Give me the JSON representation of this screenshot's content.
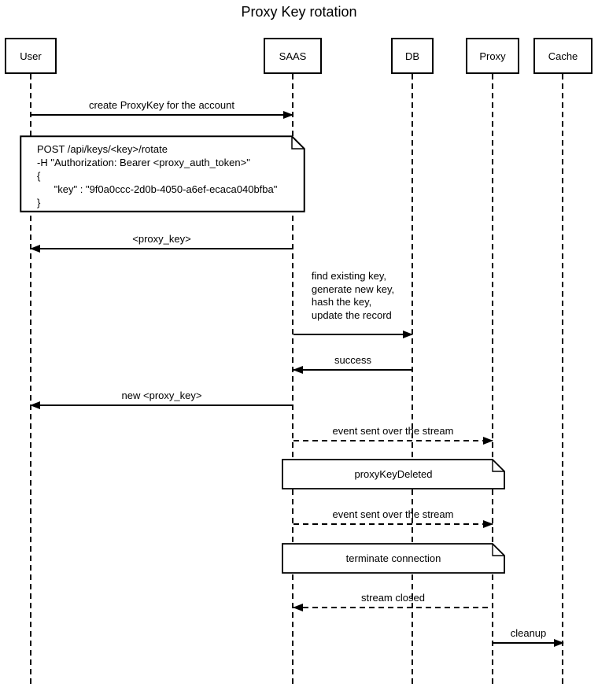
{
  "title": "Proxy Key rotation",
  "participants": [
    {
      "id": "user",
      "label": "User"
    },
    {
      "id": "saas",
      "label": "SAAS"
    },
    {
      "id": "db",
      "label": "DB"
    },
    {
      "id": "proxy",
      "label": "Proxy"
    },
    {
      "id": "cache",
      "label": "Cache"
    }
  ],
  "messages": [
    {
      "from": "User",
      "to": "SAAS",
      "style": "solid",
      "label": "create ProxyKey for the account"
    },
    {
      "from": "SAAS",
      "to": "User",
      "style": "solid",
      "label": "<proxy_key>"
    },
    {
      "from": "SAAS",
      "to": "DB",
      "style": "solid",
      "label": "find existing key,\ngenerate new key,\nhash the key,\nupdate the record"
    },
    {
      "from": "DB",
      "to": "SAAS",
      "style": "solid",
      "label": "success"
    },
    {
      "from": "SAAS",
      "to": "User",
      "style": "solid",
      "label": "new <proxy_key>"
    },
    {
      "from": "SAAS",
      "to": "Proxy",
      "style": "dashed",
      "label": "event sent over the stream"
    },
    {
      "from": "SAAS",
      "to": "Proxy",
      "style": "dashed",
      "label": "event sent over the stream"
    },
    {
      "from": "Proxy",
      "to": "SAAS",
      "style": "dashed",
      "label": "stream closed"
    },
    {
      "from": "Proxy",
      "to": "Cache",
      "style": "solid",
      "label": "cleanup"
    }
  ],
  "notes": [
    {
      "over": "User, SAAS",
      "text": "POST /api/keys/<key>/rotate\n-H \"Authorization: Bearer <proxy_auth_token>\"\n{\n      \"key\" : \"9f0a0ccc-2d0b-4050-a6ef-ecaca040bfba\"\n}"
    },
    {
      "over": "SAAS, Proxy",
      "text": "proxyKeyDeleted"
    },
    {
      "over": "SAAS, Proxy",
      "text": "terminate connection"
    }
  ]
}
